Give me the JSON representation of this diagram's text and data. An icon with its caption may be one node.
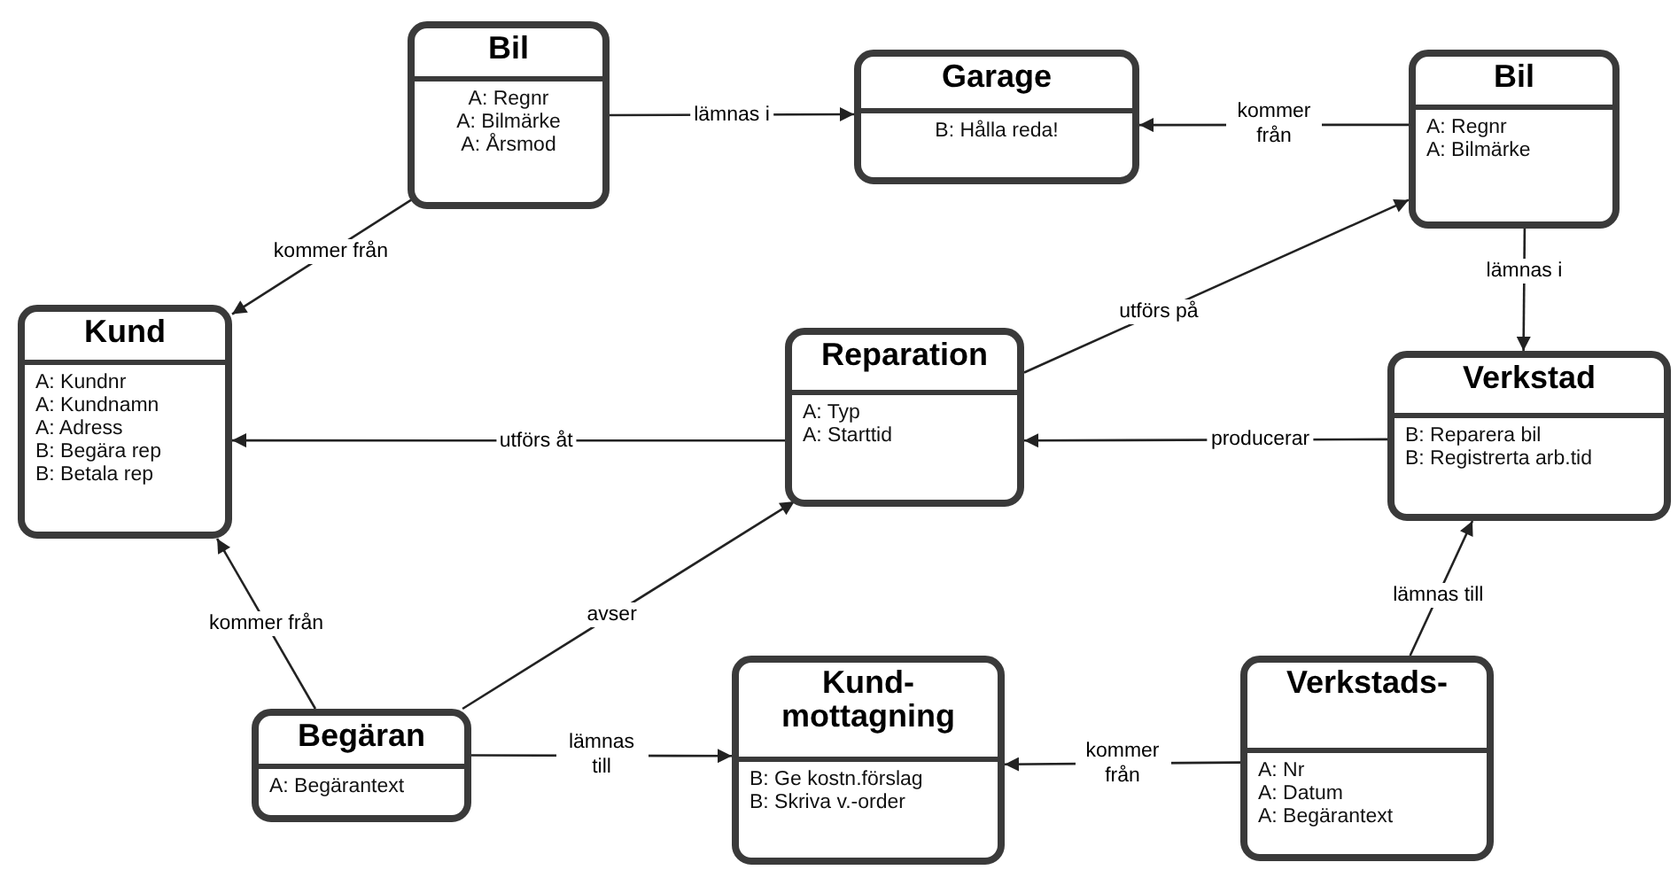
{
  "diagram": {
    "nodes": [
      {
        "text": [
          "Bil",
          "A: Regnr",
          "A: Bilmärke",
          "A: Årsmod"
        ]
      },
      {
        "text": [
          "Garage",
          "B: Hålla reda!"
        ]
      },
      {
        "text": [
          "Bil",
          "A: Regnr",
          "A: Bilmärke"
        ]
      },
      {
        "text": [
          "Kund",
          "A: Kundnr",
          "A: Kundnamn",
          "A: Adress",
          "B: Begära rep",
          "B: Betala rep"
        ]
      },
      {
        "text": [
          "Reparation",
          "A: Typ",
          "A: Starttid"
        ]
      },
      {
        "text": [
          "Verkstad",
          "B: Reparera bil",
          "B: Registrerta arb.tid"
        ]
      },
      {
        "text": [
          "Begäran",
          "A: Begärantext"
        ]
      },
      {
        "text": [
          "Kund- mottagning",
          "B: Ge kostn.förslag",
          "B: Skriva v.-order"
        ]
      },
      {
        "text": [
          "Verkstads-",
          "A: Nr",
          "A: Datum",
          "A: Begärantext"
        ]
      }
    ],
    "edges": [
      {
        "from": 0,
        "to": 1,
        "arrow": "to",
        "label": "lämnas i"
      },
      {
        "from": 2,
        "to": 1,
        "arrow": "to",
        "label": "kommer från"
      },
      {
        "from": 0,
        "to": 3,
        "arrow": "to",
        "label": "kommer från"
      },
      {
        "from": 2,
        "to": 5,
        "arrow": "to",
        "label": "lämnas i"
      },
      {
        "from": 4,
        "to": 2,
        "arrow": "to",
        "label": "utförs på"
      },
      {
        "from": 4,
        "to": 3,
        "arrow": "to",
        "label": "utförs åt"
      },
      {
        "from": 5,
        "to": 4,
        "arrow": "to",
        "label": "producerar"
      },
      {
        "from": 6,
        "to": 3,
        "arrow": "to",
        "label": "kommer från"
      },
      {
        "from": 6,
        "to": 4,
        "arrow": "to",
        "label": "avser"
      },
      {
        "from": 6,
        "to": 7,
        "arrow": "to",
        "label": "lämnas till"
      },
      {
        "from": 8,
        "to": 5,
        "arrow": "to",
        "label": "lämnas till"
      },
      {
        "from": 8,
        "to": 7,
        "arrow": "to",
        "label": "kommer från"
      }
    ]
  }
}
